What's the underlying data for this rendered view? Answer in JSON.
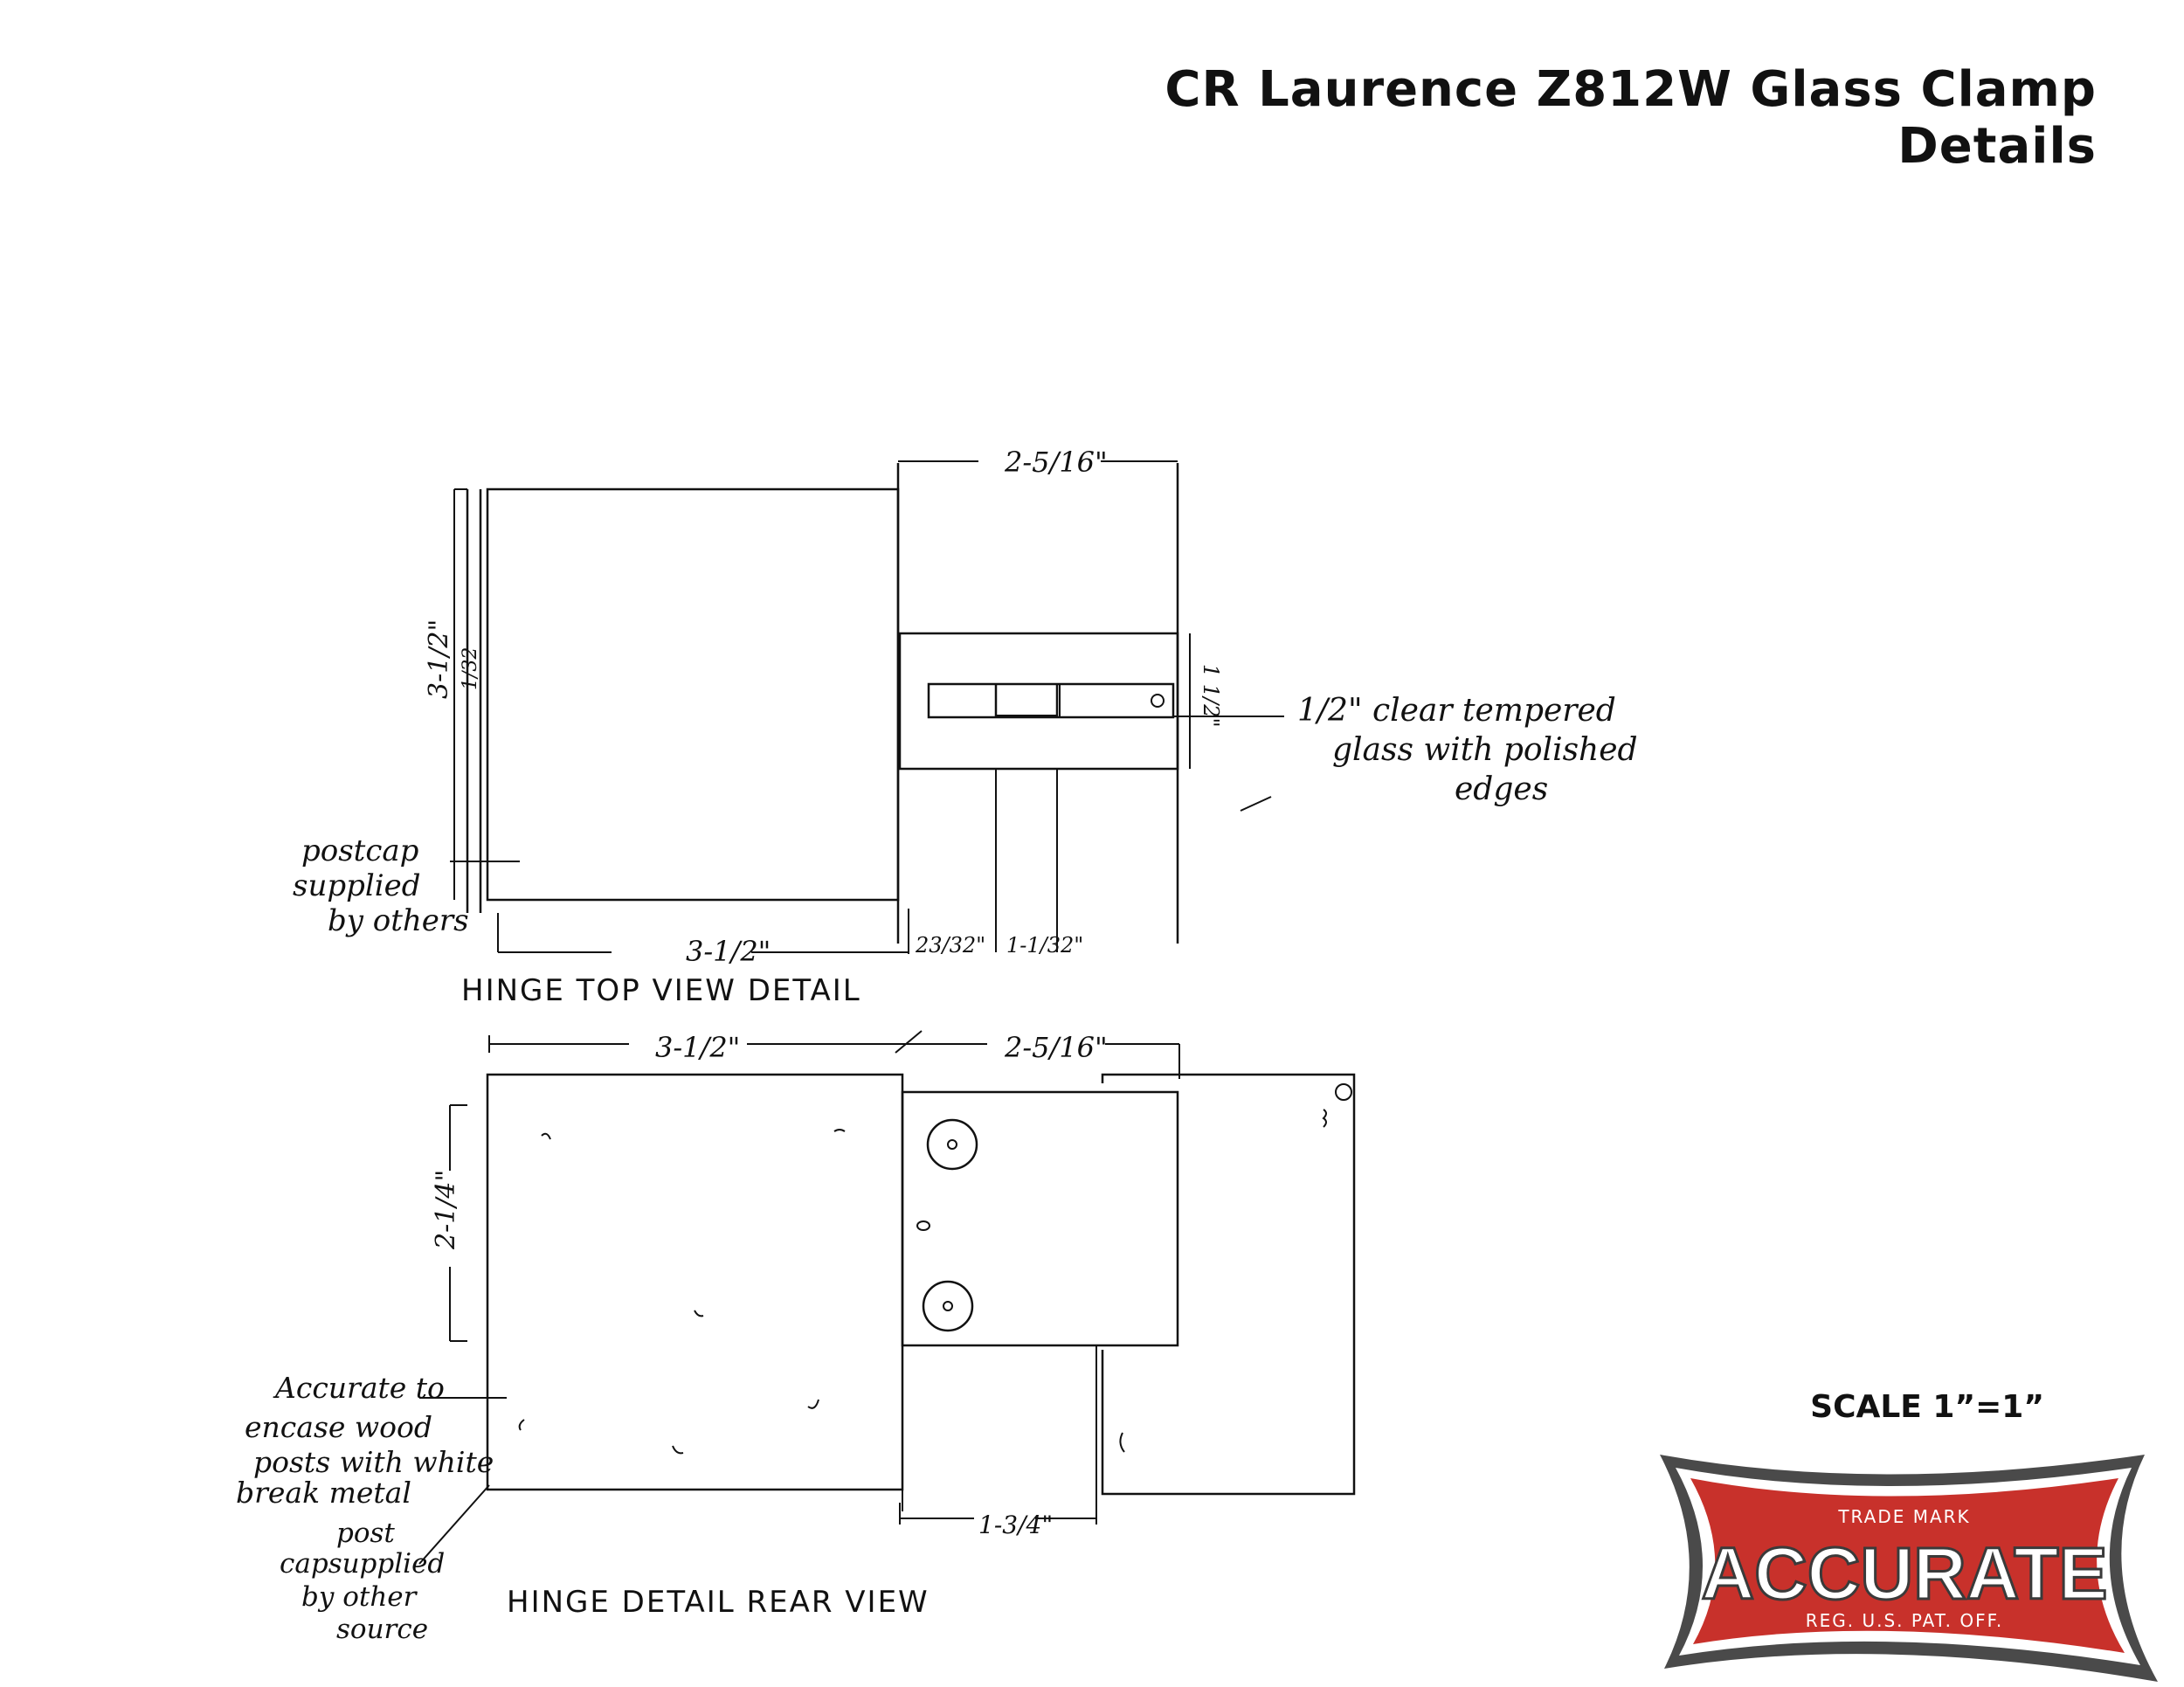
{
  "title": "CR Laurence Z812W Glass Clamp Details",
  "scale_label": "SCALE 1”=1”",
  "top_view": {
    "caption": "HINGE TOP VIEW DETAIL",
    "dim_top": "2-5/16\"",
    "dim_left": "3-1/2\"",
    "dim_left_sub": "1/32",
    "dim_bottom_left": "3-1/2\"",
    "dim_bottom_mid": "23/32\"",
    "dim_bottom_right": "1-1/32\"",
    "dim_right_small": "1 1/2\"",
    "glass_note_1": "1/2\" clear tempered",
    "glass_note_2": "glass with polished",
    "glass_note_3": "edges",
    "postcap_note_1": "postcap",
    "postcap_note_2": "supplied",
    "postcap_note_3": "by others"
  },
  "rear_view": {
    "caption": "HINGE DETAIL REAR VIEW",
    "dim_top_left": "3-1/2\"",
    "dim_top_right": "2-5/16\"",
    "dim_left": "2-1/4\"",
    "dim_bottom": "1-3/4\"",
    "accurate_note_1": "Accurate to",
    "accurate_note_2": "encase wood",
    "accurate_note_3": "posts with white",
    "accurate_note_4": "break metal",
    "post_note_1": "post",
    "post_note_2": "capsupplied",
    "post_note_3": "by other",
    "post_note_4": "source"
  },
  "logo": {
    "top_text": "TRADE MARK",
    "main_text": "ACCURATE",
    "bottom_text": "REG. U.S. PAT. OFF.",
    "red": "#c8312b",
    "border": "#4a4a4a"
  }
}
